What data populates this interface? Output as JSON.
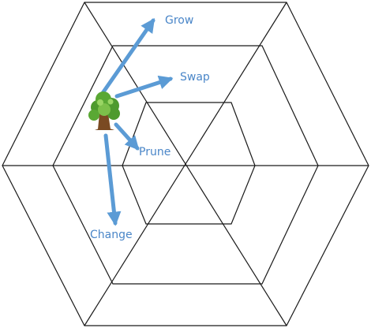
{
  "diagram": {
    "operations": [
      {
        "key": "grow",
        "label": "Grow"
      },
      {
        "key": "swap",
        "label": "Swap"
      },
      {
        "key": "prune",
        "label": "Prune"
      },
      {
        "key": "change",
        "label": "Change"
      }
    ],
    "colors": {
      "arrow": "#5b9bd5",
      "label": "#4a86c8",
      "lines": "#1a1a1a",
      "foliage": "#4e9a2e",
      "foliage_light": "#7cc04a",
      "trunk": "#7a4a22"
    },
    "icons": {
      "center": "tree-icon"
    }
  }
}
